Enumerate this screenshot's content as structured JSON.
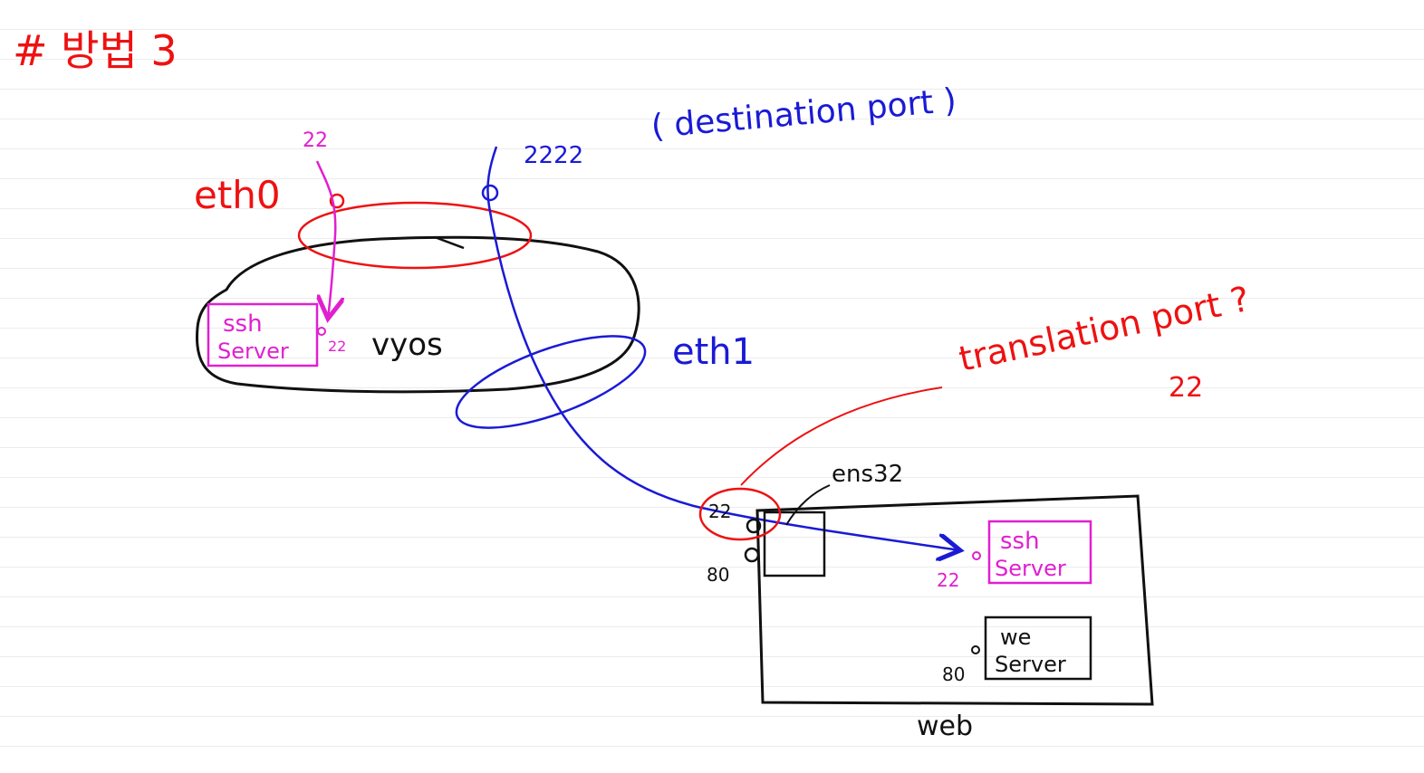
{
  "title": "# 방법 3",
  "vyos": {
    "label": "vyos",
    "eth0_label": "eth0",
    "eth0_port": "22",
    "eth1_label": "eth1",
    "ssh_server_line1": "ssh",
    "ssh_server_line2": "Server",
    "ssh_port": "22"
  },
  "destination": {
    "port": "2222",
    "label": "( destination port )"
  },
  "translation": {
    "label": "translation port ?",
    "port": "22"
  },
  "web": {
    "label": "web",
    "nic_label": "ens32",
    "nic_port_22": "22",
    "nic_port_80": "80",
    "ssh_server_line1": "ssh",
    "ssh_server_line2": "Server",
    "ssh_port": "22",
    "web_server_line1": "we",
    "web_server_line2": "Server",
    "web_port": "80"
  },
  "colors": {
    "red": "#ee1111",
    "blue": "#1a1ad6",
    "magenta": "#e020d0",
    "black": "#111111"
  }
}
